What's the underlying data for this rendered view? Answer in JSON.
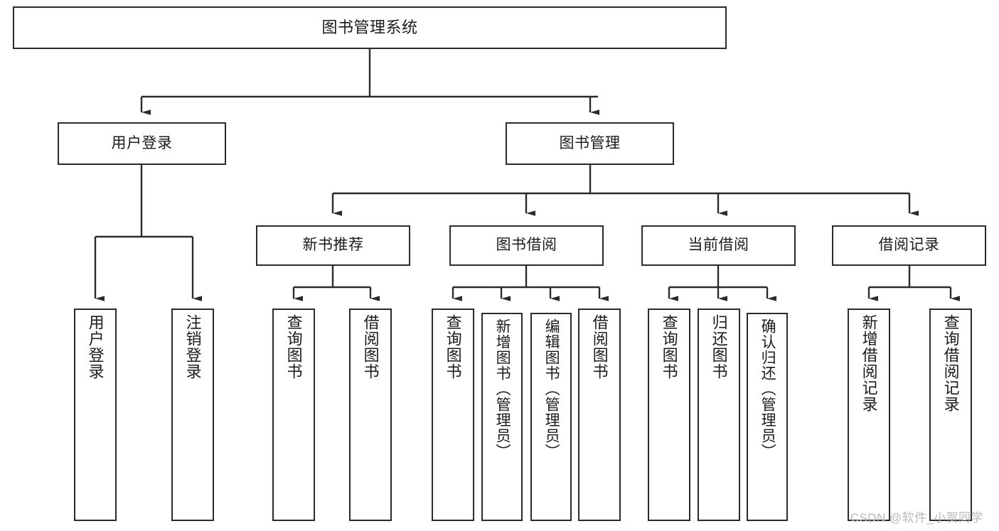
{
  "diagram": {
    "title": "图书管理系统",
    "type": "tree-hierarchy-chart",
    "background": "#ffffff",
    "line_color": "#2b2b2b",
    "box_border_color": "#2b2b2b",
    "box_fill": "#ffffff",
    "text_color": "#1b1b1b"
  },
  "nodes": {
    "root": {
      "label": "图书管理系统"
    },
    "level1": [
      {
        "label": "用户登录"
      },
      {
        "label": "图书管理"
      }
    ],
    "level2": [
      {
        "label": "新书推荐"
      },
      {
        "label": "图书借阅"
      },
      {
        "label": "当前借阅"
      },
      {
        "label": "借阅记录"
      }
    ],
    "leaves": {
      "user_login": [
        {
          "label": "用户登录"
        },
        {
          "label": "注销登录"
        }
      ],
      "new_book_recommend": [
        {
          "label": "查询图书"
        },
        {
          "label": "借阅图书"
        }
      ],
      "book_borrow": [
        {
          "label": "查询图书"
        },
        {
          "label": "新增图书（管理员）"
        },
        {
          "label": "编辑图书（管理员）"
        },
        {
          "label": "借阅图书"
        }
      ],
      "current_borrow": [
        {
          "label": "查询图书"
        },
        {
          "label": "归还图书"
        },
        {
          "label": "确认归还（管理员）"
        }
      ],
      "borrow_record": [
        {
          "label": "新增借阅记录"
        },
        {
          "label": "查询借阅记录"
        }
      ]
    }
  },
  "watermark": {
    "text": "CSDN @软件_小贺同学"
  }
}
